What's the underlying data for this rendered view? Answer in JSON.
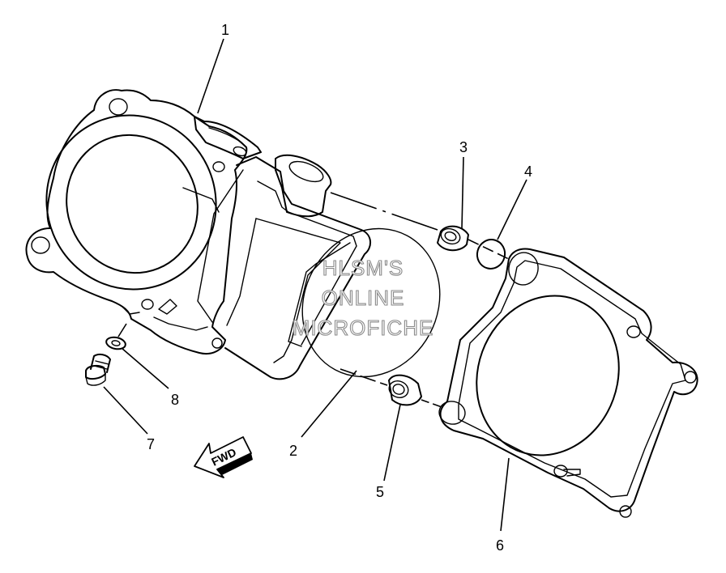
{
  "callouts": [
    "1",
    "2",
    "3",
    "4",
    "5",
    "6",
    "7",
    "8"
  ],
  "fwd_label": "FWD",
  "watermark": {
    "line1": "HLSM'S",
    "line2": "ONLINE",
    "line3": "MICROFICHE"
  }
}
